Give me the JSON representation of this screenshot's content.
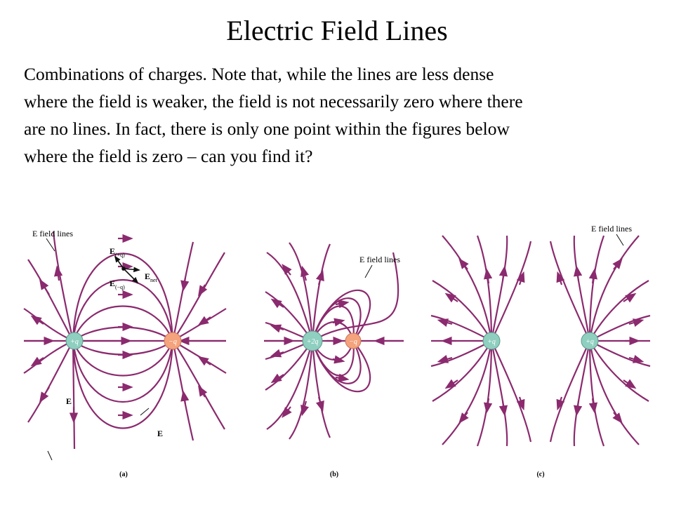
{
  "title": "Electric Field Lines",
  "paragraph_lines": [
    "Combinations of charges. Note that, while the lines are less dense",
    "where the field is weaker, the field is not necessarily zero where there",
    "are no lines. In fact, there is only one point within the figures below",
    "where the field is zero – can you find it?"
  ],
  "figures": {
    "a": {
      "caption": "(a)",
      "field_lines_label": "E field lines",
      "charges": [
        "+q",
        "−q"
      ],
      "vector_labels": {
        "e_plus": "E",
        "e_plus_sub": "(+q)",
        "e_minus": "E",
        "e_minus_sub": "(−q)",
        "e_net": "E",
        "e_net_sub": "net",
        "e_left": "E",
        "e_bottom": "E"
      }
    },
    "b": {
      "caption": "(b)",
      "field_lines_label": "E field lines",
      "charges": [
        "+2q",
        "−q"
      ]
    },
    "c": {
      "caption": "(c)",
      "field_lines_label": "E field lines",
      "charges": [
        "+q",
        "+q"
      ]
    }
  },
  "colors": {
    "field_line": "#8b2a6e",
    "positive_charge": "#8fcfc0",
    "negative_charge": "#f4a37c"
  }
}
